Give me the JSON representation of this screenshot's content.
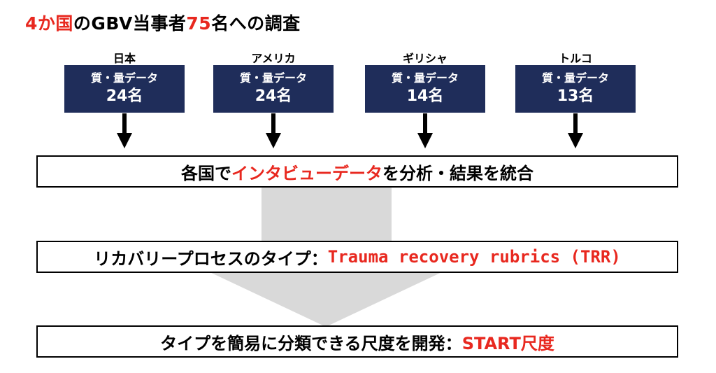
{
  "title": {
    "part1_red": "4か国",
    "part2": "のGBV当事者",
    "part3_red": "75",
    "part4": "名への調査"
  },
  "countries": [
    {
      "name": "日本",
      "kind": "質・量データ",
      "count": "24名"
    },
    {
      "name": "アメリカ",
      "kind": "質・量データ",
      "count": "24名"
    },
    {
      "name": "ギリシャ",
      "kind": "質・量データ",
      "count": "14名"
    },
    {
      "name": "トルコ",
      "kind": "質・量データ",
      "count": "13名"
    }
  ],
  "step1": {
    "prefix": "各国で",
    "highlight": "インタビューデータ",
    "suffix": "を分析・結果を統合"
  },
  "step2": {
    "prefix": "リカバリープロセスのタイプ：",
    "highlight": "Trauma recovery rubrics (TRR)"
  },
  "step3": {
    "prefix": "タイプを簡易に分類できる尺度を開発： ",
    "highlight": "START尺度"
  },
  "colors": {
    "navy": "#1f2d5a",
    "accent_red": "#e8281f",
    "flow_gray": "#d9d9d9"
  }
}
